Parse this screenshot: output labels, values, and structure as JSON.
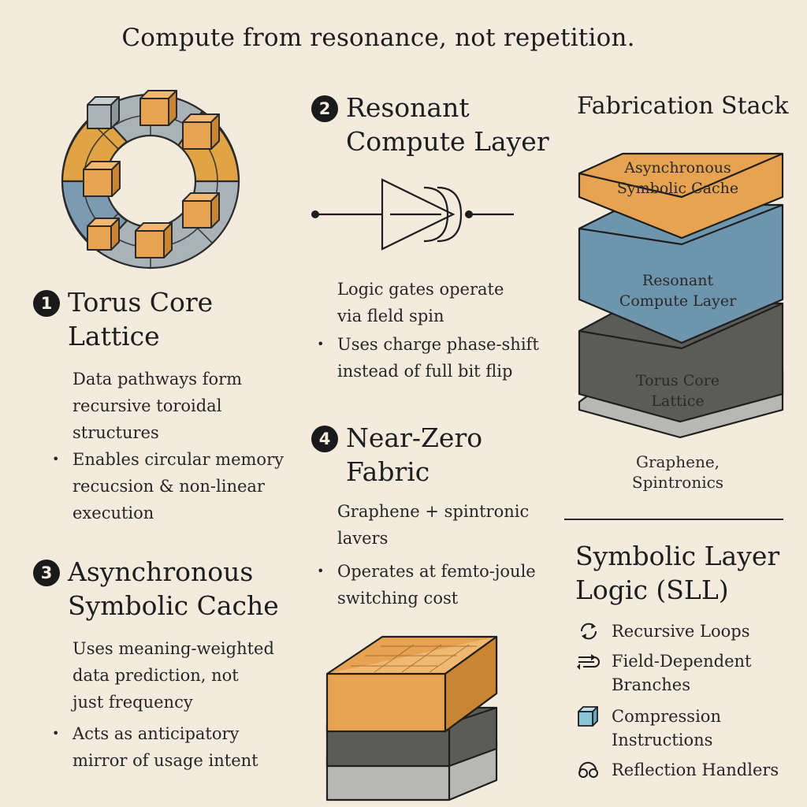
{
  "title": "Compute from resonance, not repetition.",
  "sections": [
    {
      "num": "1",
      "title_l1": "Torus Core",
      "title_l2": "Lattice",
      "body": [
        "Data pathways form",
        "recursive toroidal",
        "structures"
      ],
      "bullet": [
        "Enables circular memory",
        "recucsion & non-linear",
        "execution"
      ]
    },
    {
      "num": "2",
      "title_l1": "Resonant",
      "title_l2": "Compute Layer",
      "body": [
        "Logic gates operate",
        "via fleld spin"
      ],
      "bullet": [
        "Uses charge phase-shift",
        "instead of full bit flip"
      ]
    },
    {
      "num": "3",
      "title_l1": "Asynchronous",
      "title_l2": "Symbolic Cache",
      "body": [
        "Uses meaning-weighted",
        "data prediction, not",
        "just frequency"
      ],
      "bullet": [
        "Acts as anticipatory",
        "mirror of usage intent"
      ]
    },
    {
      "num": "4",
      "title_l1": "Near-Zero",
      "title_l2": "Fabric",
      "body": [
        "Graphene + spintronic",
        "lavers"
      ],
      "bullet": [
        "Operates at femto-joule",
        "switching cost"
      ]
    }
  ],
  "stack": {
    "title": "Fabrication Stack",
    "layers": [
      {
        "l1": "Asynchronous",
        "l2": "Symbolic Cache",
        "color": "#e8a352"
      },
      {
        "l1": "Resonant",
        "l2": "Compute Layer",
        "color": "#6d95ad"
      },
      {
        "l1": "Torus Core",
        "l2": "Lattice",
        "color": "#5b5b58"
      },
      {
        "l1": "Graphene,",
        "l2": "Spintronics",
        "color": "#b7b7b4"
      }
    ]
  },
  "sll": {
    "title_l1": "Symbolic Layer",
    "title_l2": "Logic (SLL)",
    "items": [
      {
        "icon": "recursive-loop-icon",
        "l1": "Recursive Loops",
        "l2": ""
      },
      {
        "icon": "branch-arrows-icon",
        "l1": "Field-Dependent",
        "l2": "Branches"
      },
      {
        "icon": "cube-icon",
        "l1": "Compression",
        "l2": "Instructions"
      },
      {
        "icon": "reflection-icon",
        "l1": "Reflection Handlers",
        "l2": ""
      }
    ]
  }
}
